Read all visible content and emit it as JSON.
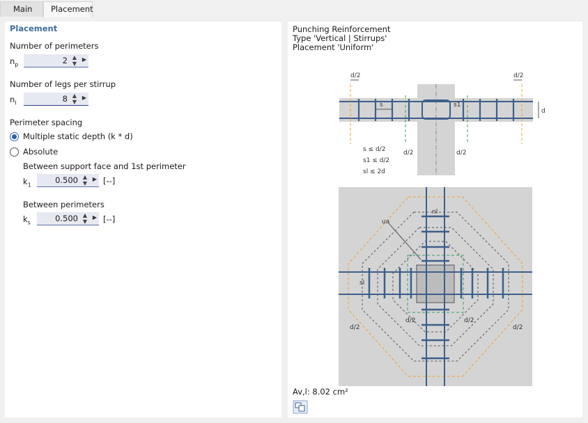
{
  "tabs": [
    {
      "label": "Main",
      "active": false
    },
    {
      "label": "Placement",
      "active": true
    }
  ],
  "placement": {
    "title": "Placement",
    "num_perimeters": {
      "label": "Number of perimeters",
      "symbol": "np",
      "value": "2"
    },
    "num_legs": {
      "label": "Number of legs per stirrup",
      "symbol": "nl",
      "value": "8"
    },
    "spacing": {
      "label": "Perimeter spacing",
      "option_static": "Multiple static depth (k * d)",
      "option_absolute": "Absolute",
      "selected": "static",
      "support_face": {
        "label": "Between support face and 1st perimeter",
        "symbol": "k1",
        "value": "0.500",
        "unit": "[--]"
      },
      "between": {
        "label": "Between perimeters",
        "symbol": "ks",
        "value": "0.500",
        "unit": "[--]"
      }
    }
  },
  "diagram": {
    "line1": "Punching Reinforcement",
    "line2": "Type 'Vertical | Stirrups'",
    "line3": "Placement 'Uniform'",
    "labels": {
      "d2": "d/2",
      "s": "s",
      "s1": "s1",
      "d": "d",
      "nl": "nl",
      "sl": "sl",
      "ua": "ua"
    },
    "rules": [
      "s  ≤ d/2",
      "s1 ≤ d/2",
      "sl ≤ 2d"
    ],
    "area_label": "Av,l",
    "area_value": ": 8.02 cm²"
  },
  "colors": {
    "accent": "#3e6d9c",
    "rebar": "#3b5f8a",
    "orange": "#f0a030",
    "green": "#35a060",
    "grey_bg": "#d4d4d4"
  }
}
